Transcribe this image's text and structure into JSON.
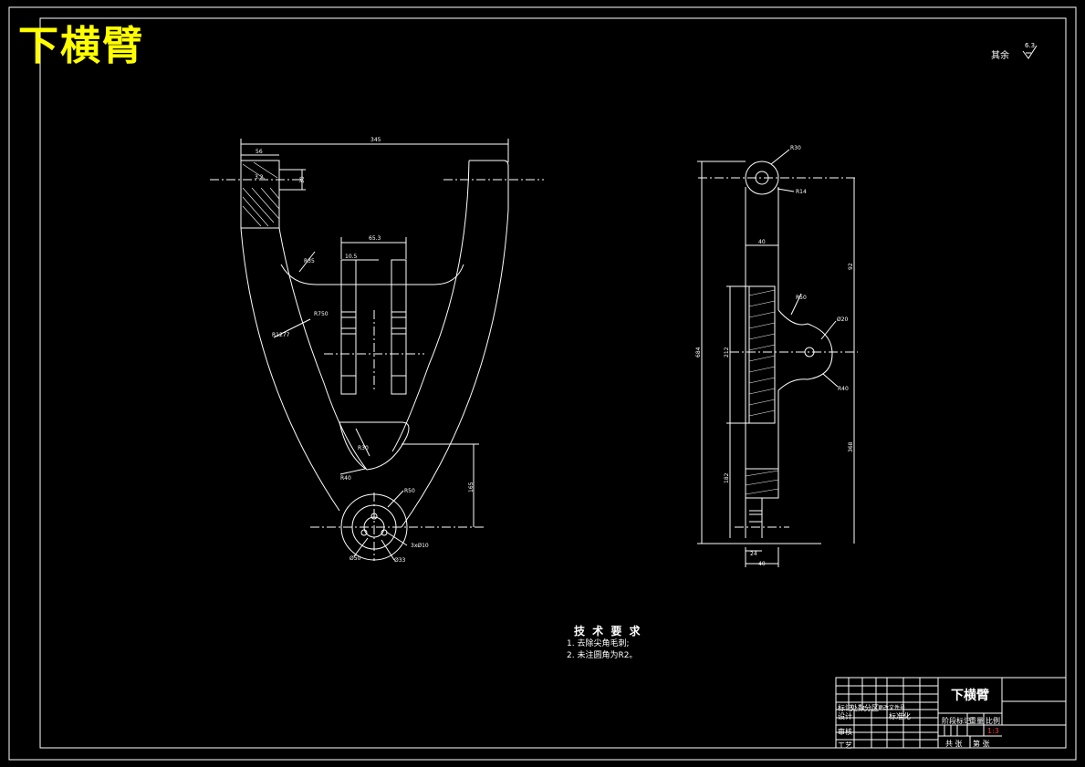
{
  "drawing": {
    "title": "下横臂",
    "roughness_label": "其余",
    "roughness_value": "6.3"
  },
  "front_view": {
    "dims": {
      "overall_width": "345",
      "lug_width": "56",
      "lug_height": "30",
      "lug_finish": "3.2",
      "slot_span": "65.3",
      "slot_width": "10.5",
      "r_inner": "R35",
      "r_outer_arc": "R750",
      "r_outer_arc2": "R1277",
      "r_pocket": "R40",
      "r_diag": "R30",
      "r_boss": "R50",
      "height_boss": "165",
      "d_bore": "Ø50",
      "d_hole": "Ø33",
      "holes": "3xØ10"
    }
  },
  "side_view": {
    "dims": {
      "r_top": "R30",
      "r_top2": "R14",
      "w_top": "40",
      "h_top": "92",
      "total_h": "684",
      "h_mid": "212",
      "r_ear": "R50",
      "r_ear_hole": "Ø20",
      "r_ear_outer": "R40",
      "h_lower": "182",
      "h_right_lower": "368",
      "w_bottom": "40",
      "w_bottom2": "24"
    }
  },
  "tech_requirements": {
    "heading": "技 术 要 求",
    "items": [
      "1. 去除尖角毛刺;",
      "2. 未注圆角为R2。"
    ]
  },
  "title_block": {
    "part_name": "下横臂",
    "row_labels": [
      "标记",
      "处数",
      "分区",
      "更改文件号"
    ],
    "design": "设计",
    "standard": "标准化",
    "review": "审核",
    "process": "工艺",
    "stage": "阶段标记",
    "weight": "重量",
    "scale": "比例",
    "scale_value": "1:3",
    "sheets": "共 张",
    "sheet_no": "第 张"
  }
}
